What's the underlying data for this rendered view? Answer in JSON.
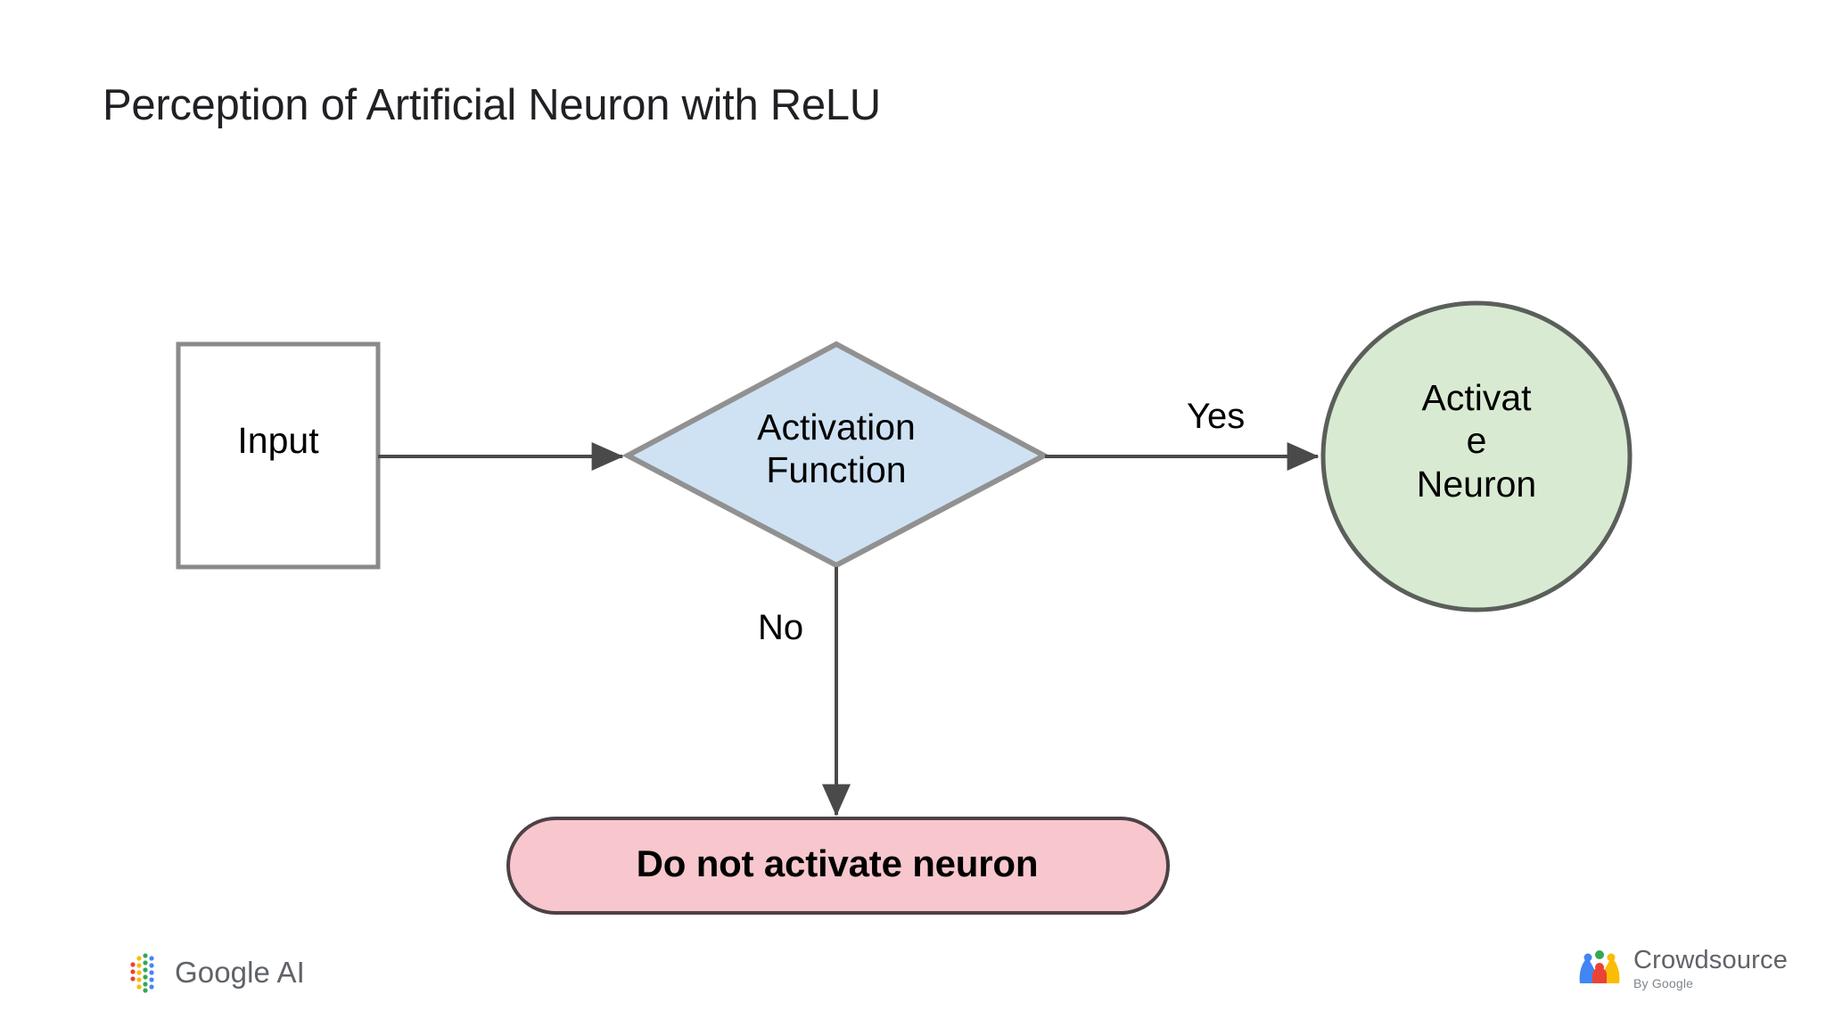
{
  "slide": {
    "title": "Perception of Artificial Neuron with ReLU",
    "background": "#ffffff"
  },
  "diagram": {
    "type": "flowchart",
    "nodes": [
      {
        "id": "input",
        "name": "input-node",
        "shape": "rectangle",
        "label": "Input",
        "fill": "#ffffff",
        "stroke": "#8a8a8a"
      },
      {
        "id": "decision",
        "name": "activation-function-node",
        "shape": "diamond",
        "label_line1": "Activation",
        "label_line2": "Function",
        "fill": "#cfe2f3",
        "stroke": "#919191"
      },
      {
        "id": "activate",
        "name": "activate-neuron-node",
        "shape": "circle",
        "label_line1": "Activat",
        "label_line2": "e",
        "label_line3": "Neuron",
        "fill": "#d9ead3",
        "stroke": "#5a5f5a"
      },
      {
        "id": "reject",
        "name": "do-not-activate-node",
        "shape": "rounded-pill",
        "label": "Do not activate neuron",
        "fill": "#f7c7cd",
        "stroke": "#4d4245"
      }
    ],
    "edges": [
      {
        "id": "e1",
        "from": "input",
        "to": "decision",
        "label": "",
        "direction": "right"
      },
      {
        "id": "e2",
        "from": "decision",
        "to": "activate",
        "label": "Yes",
        "direction": "right"
      },
      {
        "id": "e3",
        "from": "decision",
        "to": "reject",
        "label": "No",
        "direction": "down"
      }
    ],
    "edge_color": "#4a4a4a"
  },
  "footer": {
    "google_ai": {
      "wordmark": "Google AI",
      "icon": "google-ai-dots-hexagon-icon"
    },
    "crowdsource": {
      "wordmark": "Crowdsource",
      "subtitle": "By Google",
      "icon": "crowdsource-person-icon"
    }
  }
}
